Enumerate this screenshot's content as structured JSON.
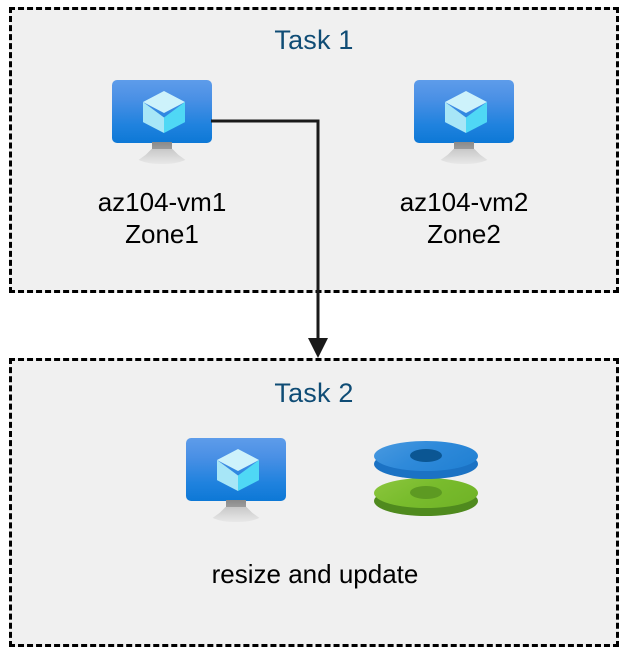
{
  "diagram": {
    "title_color": "#0f4c75",
    "box_fill": "#f0f0f0",
    "box_border_color": "#000000",
    "canvas_background": "#ffffff",
    "connector_color": "#1a1a1a"
  },
  "task1": {
    "title": "Task 1",
    "nodes": [
      {
        "icon": "virtual-machine-icon",
        "label_line1": "az104-vm1",
        "label_line2": "Zone1"
      },
      {
        "icon": "virtual-machine-icon",
        "label_line1": "az104-vm2",
        "label_line2": "Zone2"
      }
    ]
  },
  "task2": {
    "title": "Task 2",
    "icons": [
      {
        "name": "virtual-machine-icon"
      },
      {
        "name": "managed-disks-icon"
      }
    ],
    "label": "resize and update"
  },
  "connector": {
    "from": "az104-vm1",
    "to": "Task 2",
    "arrowhead": "down-arrow"
  },
  "colors": {
    "vm_screen_top": "#5e9cea",
    "vm_screen_bottom": "#0d78d6",
    "cube_top": "#cdf2fb",
    "cube_left": "#a7e6f7",
    "cube_right": "#4fd8f5",
    "disk_blue": "#2f8ada",
    "disk_blue_hole": "#0b5693",
    "disk_green": "#79bc2d",
    "disk_green_hole": "#5d9a22"
  }
}
